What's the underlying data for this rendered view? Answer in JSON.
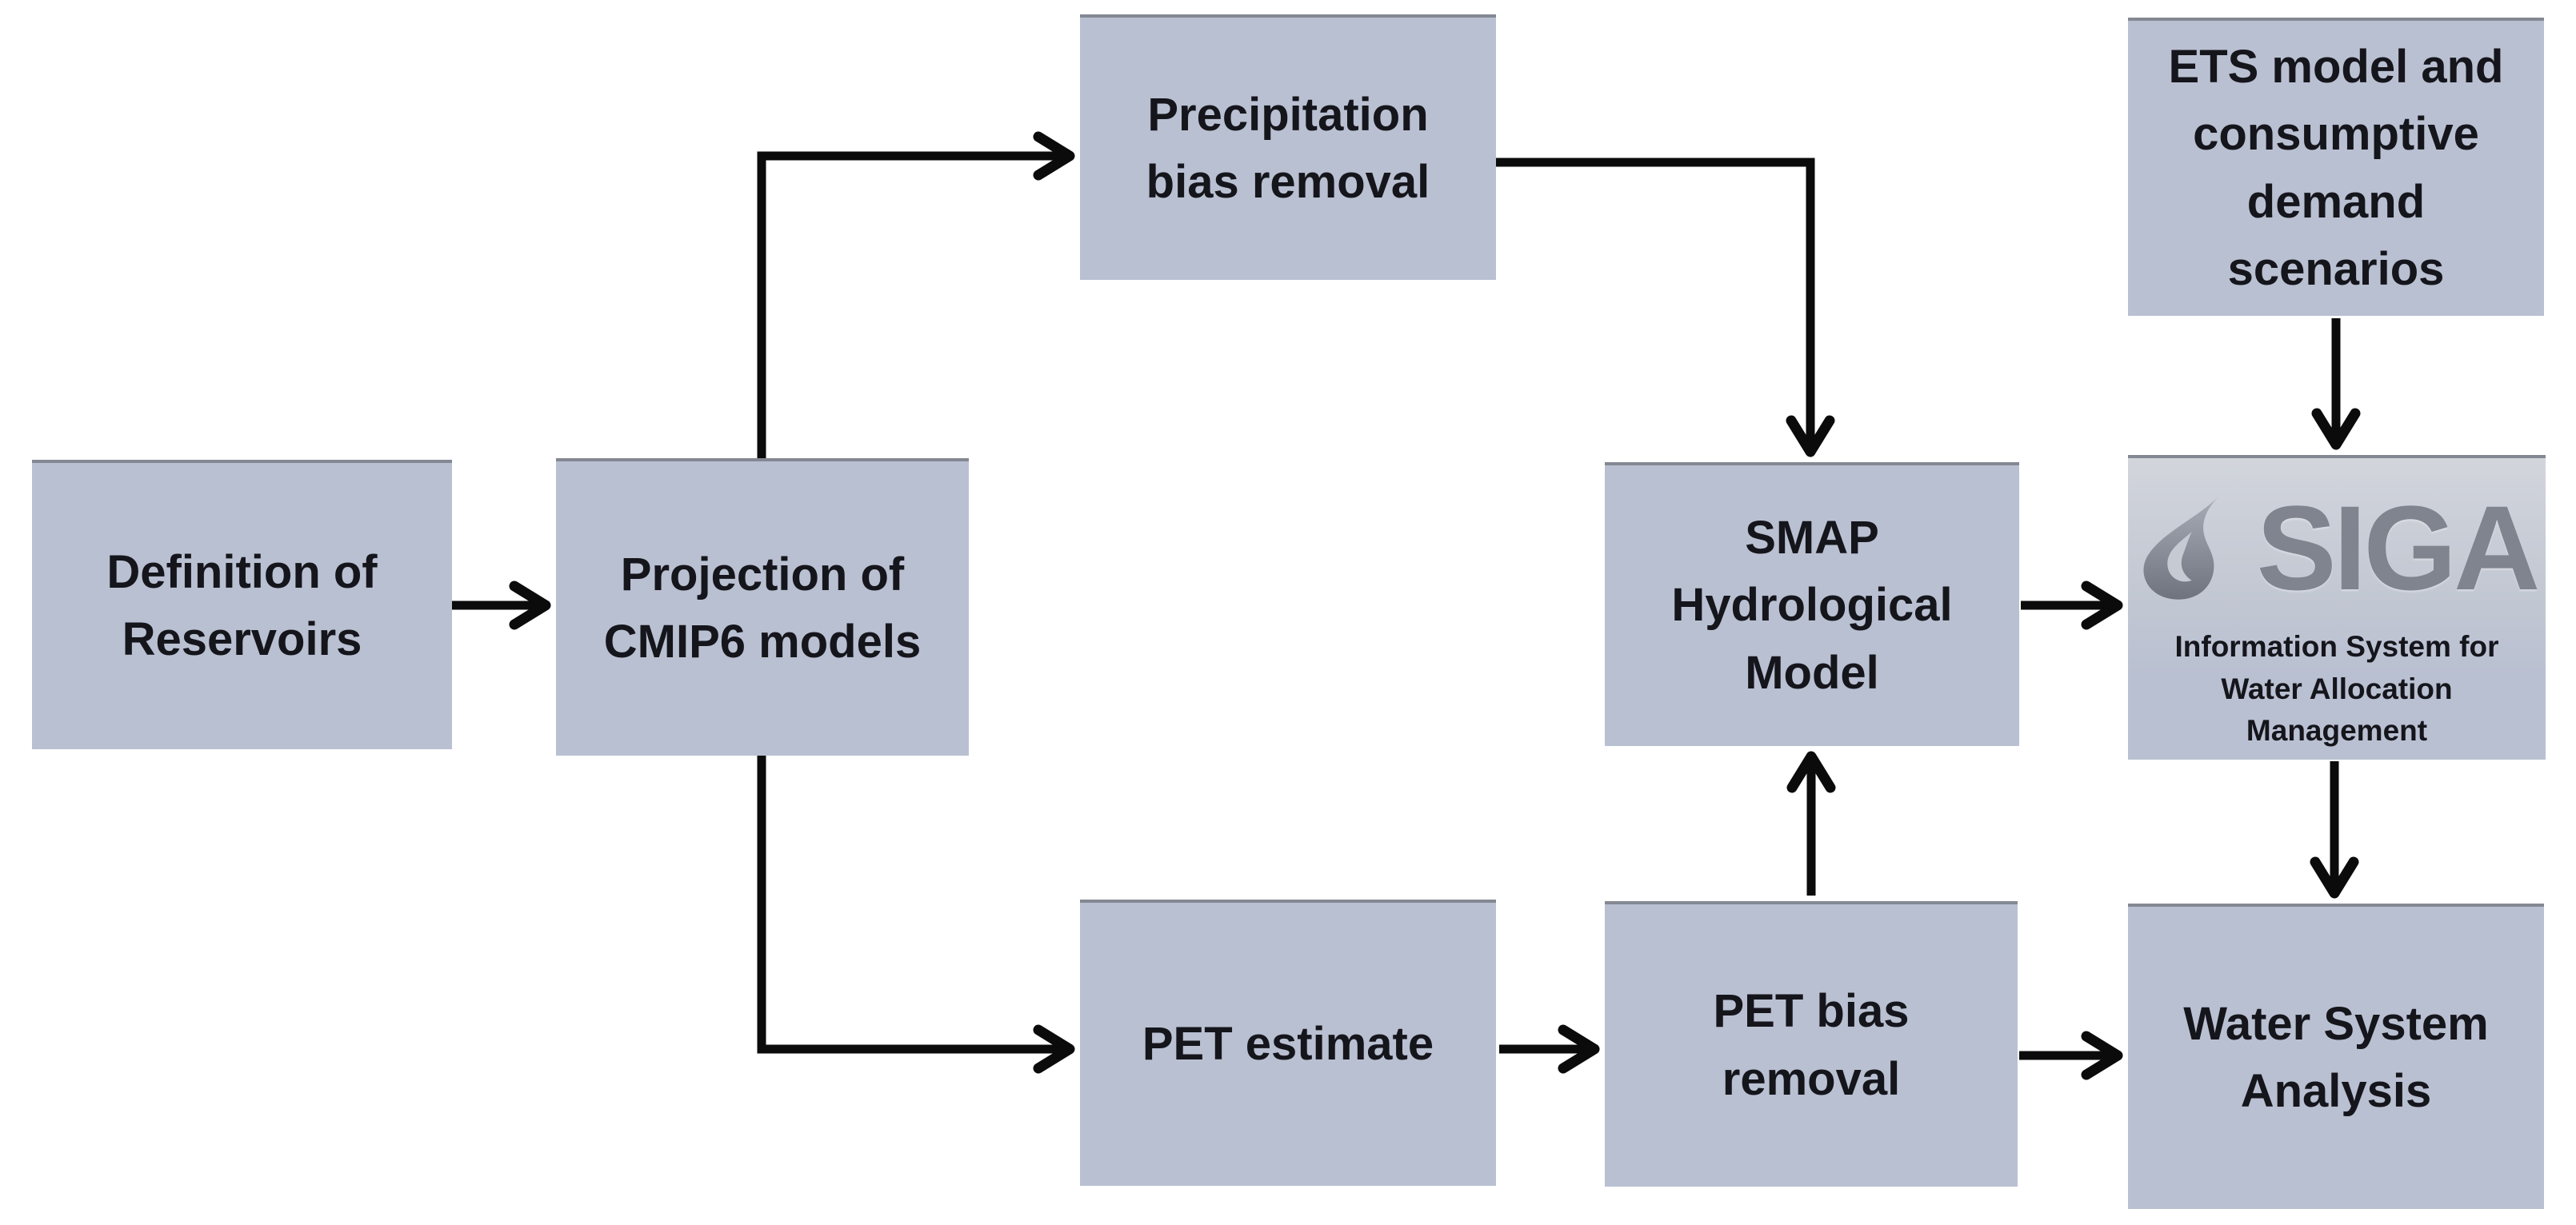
{
  "style": {
    "canvas_bg": "#ffffff",
    "node_fill": "#b9c0d1",
    "node_top_edge": "#848893",
    "node_text": "#15151c",
    "arrow": "#0b0b0b",
    "siga_gray": "#7f848e"
  },
  "nodes": {
    "definition": {
      "label": "Definition of\nReservoirs"
    },
    "projection": {
      "label": "Projection of\nCMIP6 models"
    },
    "precip": {
      "label": "Precipitation\nbias removal"
    },
    "pet_estimate": {
      "label": "PET estimate"
    },
    "pet_bias": {
      "label": "PET bias\nremoval"
    },
    "smap": {
      "label": "SMAP\nHydrological\nModel"
    },
    "ets": {
      "label": "ETS model and\nconsumptive\ndemand\nscenarios"
    },
    "siga": {
      "logo_text": "SIGA",
      "caption": "Information System for\nWater Allocation\nManagement"
    },
    "water_system": {
      "label": "Water System\nAnalysis"
    }
  },
  "edges": [
    {
      "from": "definition",
      "to": "projection"
    },
    {
      "from": "projection",
      "to": "precip"
    },
    {
      "from": "projection",
      "to": "pet_estimate"
    },
    {
      "from": "precip",
      "to": "smap"
    },
    {
      "from": "pet_estimate",
      "to": "pet_bias"
    },
    {
      "from": "pet_bias",
      "to": "smap"
    },
    {
      "from": "smap",
      "to": "siga"
    },
    {
      "from": "ets",
      "to": "siga"
    },
    {
      "from": "siga",
      "to": "water_system"
    },
    {
      "from": "pet_bias",
      "to": "water_system"
    }
  ]
}
